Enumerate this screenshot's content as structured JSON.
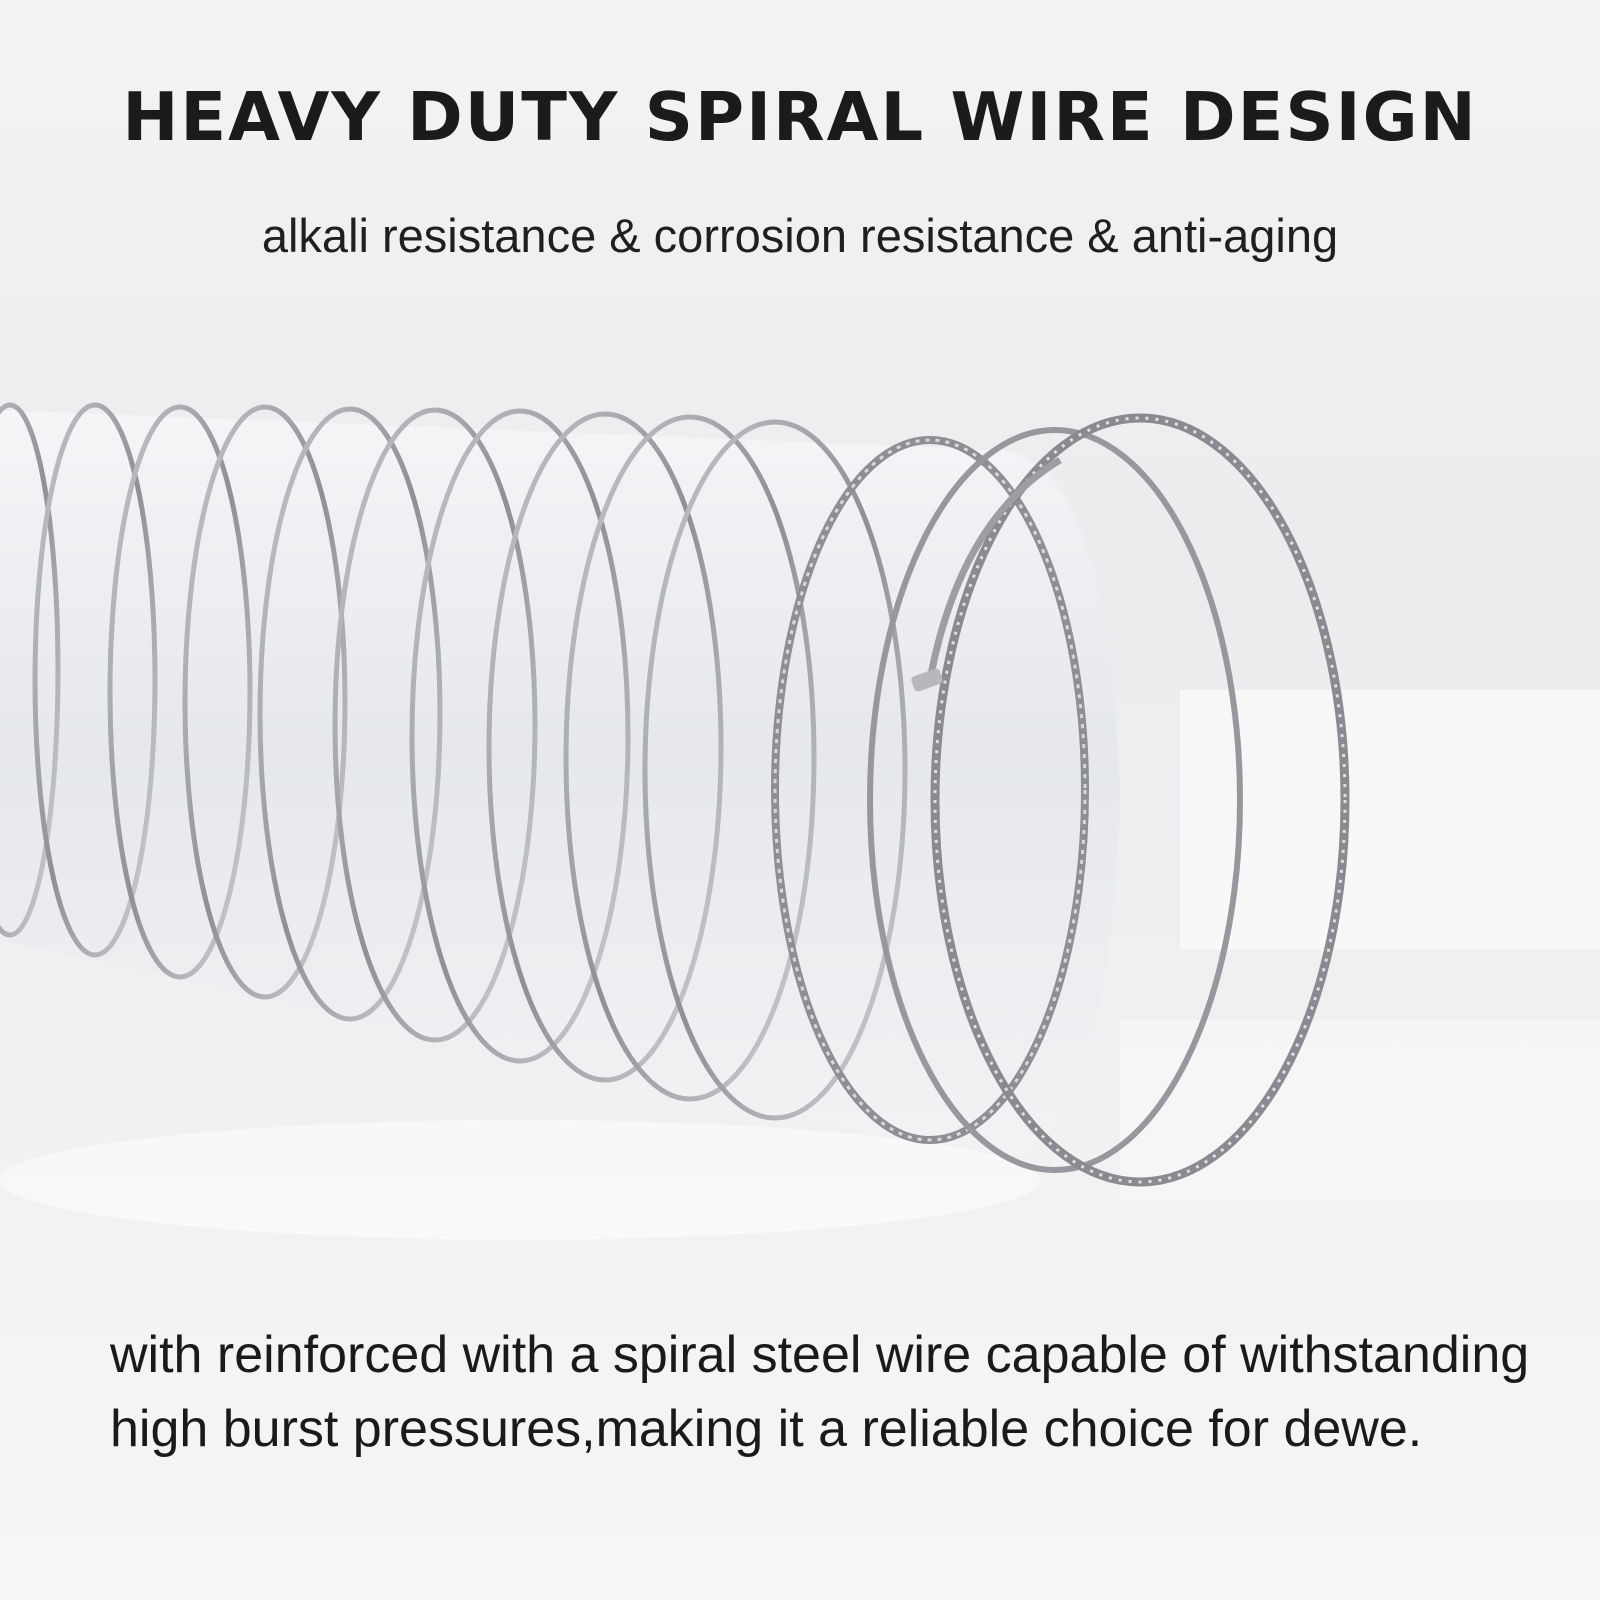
{
  "headline": "HEAVY DUTY SPIRAL WIRE DESIGN",
  "subheadline": "alkali resistance & corrosion resistance & anti-aging",
  "description": "with reinforced with a spiral steel wire capable of withstanding high burst pressures,making it a reliable choice for dewe.",
  "product_image": {
    "icon": "spiral-wire-hose",
    "wire_color": "#9c9ca2",
    "tube_color": "#e6e9ee"
  }
}
